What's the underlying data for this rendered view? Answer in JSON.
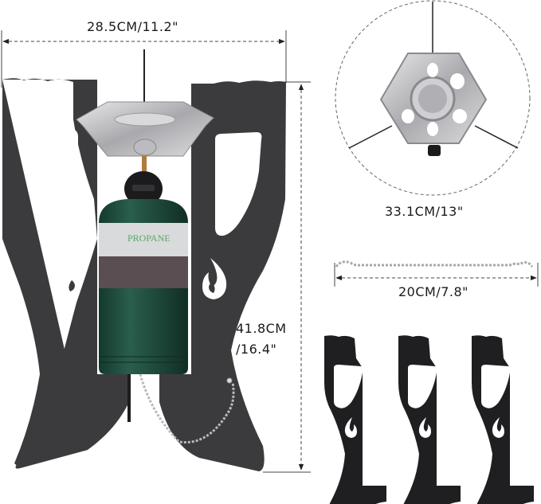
{
  "dimensions": {
    "width": {
      "label": "28.5CM/11.2\"",
      "cm": 28.5,
      "inch": 11.2
    },
    "height": {
      "label_line1": "41.8CM",
      "label_line2": "/16.4\"",
      "cm": 41.8,
      "inch": 16.4
    },
    "burner_span": {
      "label": "33.1CM/13\"",
      "cm": 33.1,
      "inch": 13
    },
    "chain_length": {
      "label": "20CM/7.8\"",
      "cm": 20,
      "inch": 7.8
    }
  },
  "product": {
    "canister_label": "PROPANE",
    "parts": {
      "stand_panels": 3,
      "burner": "hexagonal stainless burner",
      "chain": "safety chain"
    }
  },
  "colors": {
    "stand": "#3a3a3c",
    "canister": "#1f4a3c",
    "canister_label_text": "#5aa86a",
    "steel": "#c8c8cc",
    "dim_line": "#444444",
    "text": "#1a1a1a"
  }
}
